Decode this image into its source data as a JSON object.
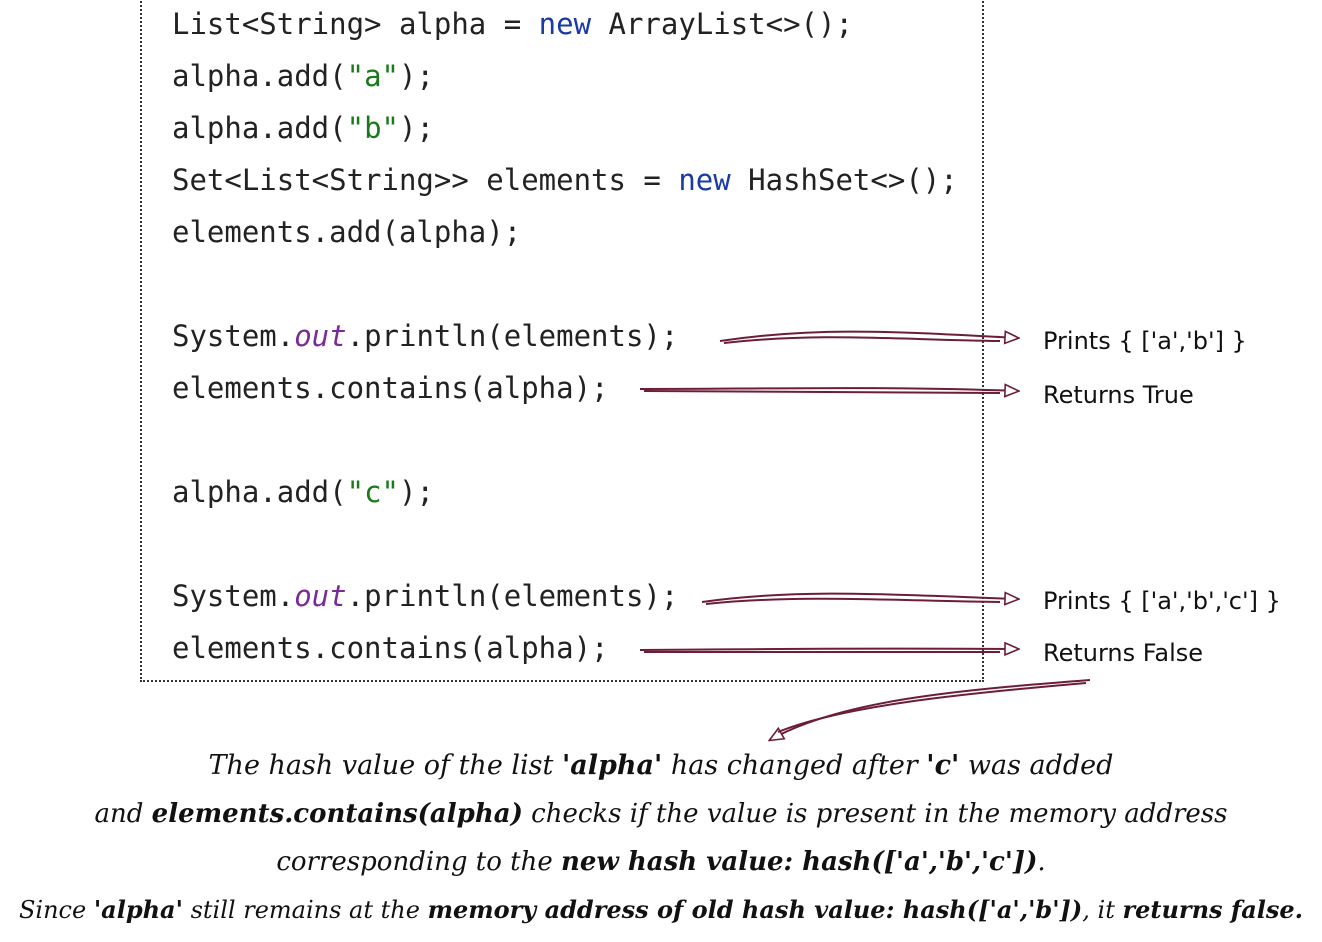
{
  "code": {
    "l1": {
      "a": "List<String> alpha = ",
      "b": "new",
      "c": " ArrayList<>();"
    },
    "l2": {
      "a": "alpha.add(",
      "b": "\"a\"",
      "c": ");"
    },
    "l3": {
      "a": "alpha.add(",
      "b": "\"b\"",
      "c": ");"
    },
    "l4": {
      "a": "Set<List<String>> elements = ",
      "b": "new",
      "c": " HashSet<>();"
    },
    "l5": {
      "a": "elements.add(alpha);"
    },
    "l6": {
      "a": "System.",
      "b": "out",
      "c": ".println(elements);"
    },
    "l7": {
      "a": "elements.contains(alpha);"
    },
    "l8": {
      "a": "alpha.add(",
      "b": "\"c\"",
      "c": ");"
    },
    "l9": {
      "a": "System.",
      "b": "out",
      "c": ".println(elements);"
    },
    "l10": {
      "a": "elements.contains(alpha);"
    }
  },
  "notes": {
    "n1": "Prints { ['a','b'] }",
    "n2": "Returns True",
    "n3": "Prints { ['a','b','c'] }",
    "n4": "Returns False"
  },
  "caption": {
    "line1": {
      "a": "The hash value of the list ",
      "b": "'alpha'",
      "c": " has changed after ",
      "d": "'c'",
      "e": " was added"
    },
    "line2": {
      "a": "and ",
      "b": "elements.contains(alpha)",
      "c": " checks if the value is present in the memory address"
    },
    "line3": {
      "a": "corresponding to the ",
      "b": "new hash value: hash(['a','b','c'])",
      "c": "."
    },
    "line4": {
      "a": "Since ",
      "b": "'alpha'",
      "c": " still remains at the ",
      "d": "memory address of old hash value: hash(['a','b'])",
      "e": ", it ",
      "f": "returns false."
    }
  },
  "colors": {
    "keyword": "#1a3aa8",
    "string": "#1a7a1a",
    "field": "#7a2a9a",
    "arrow": "#6b1d3a"
  }
}
